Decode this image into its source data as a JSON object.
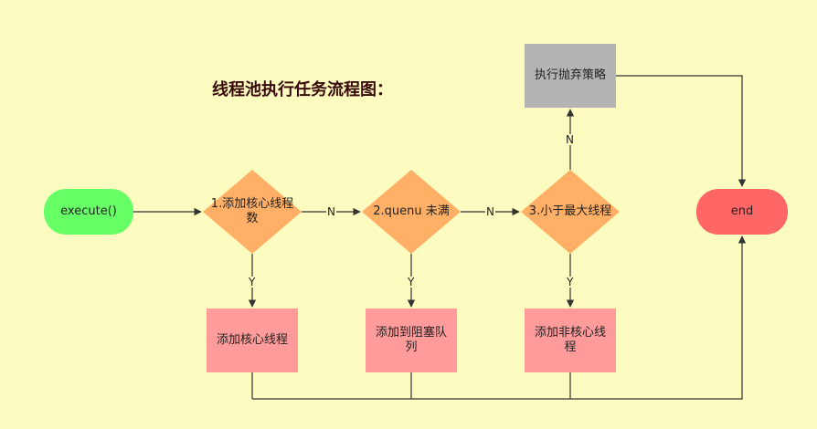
{
  "title": "线程池执行任务流程图：",
  "nodes": {
    "start": "execute()",
    "end": "end",
    "decision1": "1.添加核心线程数",
    "decision2": "2.quenu 未满",
    "decision3": "3.小于最大线程",
    "add_core": "添加核心线程",
    "add_queue": "添加到阻塞队列",
    "add_noncore": "添加非核心线程",
    "reject": "执行抛弃策略"
  },
  "edge_labels": {
    "d1_no": "N",
    "d2_no": "N",
    "d3_no": "N",
    "d1_yes": "Y",
    "d2_yes": "Y",
    "d3_yes": "Y"
  },
  "colors": {
    "start": "#66ff66",
    "end": "#ff6666",
    "decision": "#ffb066",
    "action": "#ff9b9b",
    "reject": "#b4b4b4",
    "background": "#fcfcc0"
  }
}
